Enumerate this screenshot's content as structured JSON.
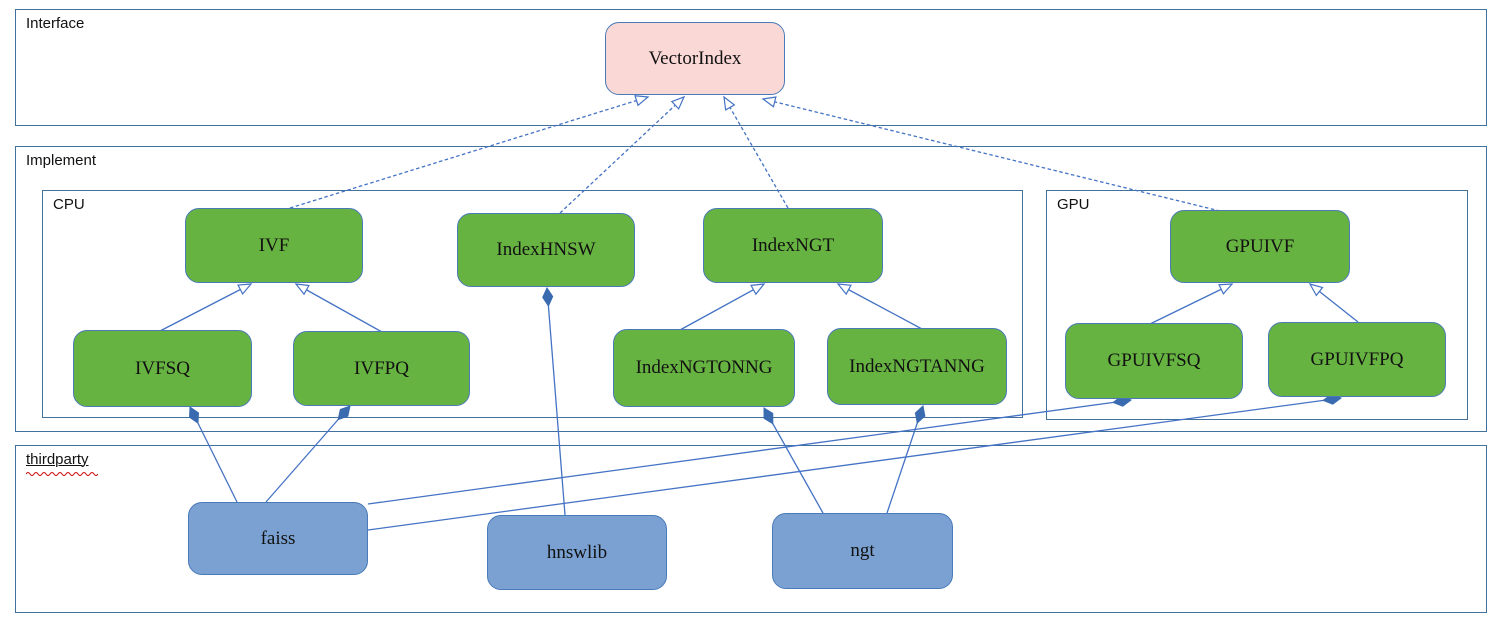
{
  "sections": {
    "interface": {
      "label": "Interface"
    },
    "implement": {
      "label": "Implement"
    },
    "cpu": {
      "label": "CPU"
    },
    "gpu": {
      "label": "GPU"
    },
    "thirdparty": {
      "label": "thirdparty"
    }
  },
  "nodes": {
    "vectorindex": {
      "label": "VectorIndex",
      "kind": "interface"
    },
    "ivf": {
      "label": "IVF",
      "kind": "implementation"
    },
    "indexhnsw": {
      "label": "IndexHNSW",
      "kind": "implementation"
    },
    "indexngt": {
      "label": "IndexNGT",
      "kind": "implementation"
    },
    "gpuivf": {
      "label": "GPUIVF",
      "kind": "implementation"
    },
    "ivfsq": {
      "label": "IVFSQ",
      "kind": "implementation"
    },
    "ivfpq": {
      "label": "IVFPQ",
      "kind": "implementation"
    },
    "indexngtonng": {
      "label": "IndexNGTONNG",
      "kind": "implementation"
    },
    "indexngtanng": {
      "label": "IndexNGTANNG",
      "kind": "implementation"
    },
    "gpuivfsq": {
      "label": "GPUIVFSQ",
      "kind": "implementation"
    },
    "gpuivfpq": {
      "label": "GPUIVFPQ",
      "kind": "implementation"
    },
    "faiss": {
      "label": "faiss",
      "kind": "thirdparty"
    },
    "hnswlib": {
      "label": "hnswlib",
      "kind": "thirdparty"
    },
    "ngt": {
      "label": "ngt",
      "kind": "thirdparty"
    }
  },
  "relationships": [
    {
      "from": "IVF",
      "to": "VectorIndex",
      "type": "realization"
    },
    {
      "from": "IndexHNSW",
      "to": "VectorIndex",
      "type": "realization"
    },
    {
      "from": "IndexNGT",
      "to": "VectorIndex",
      "type": "realization"
    },
    {
      "from": "GPUIVF",
      "to": "VectorIndex",
      "type": "realization"
    },
    {
      "from": "IVFSQ",
      "to": "IVF",
      "type": "generalization"
    },
    {
      "from": "IVFPQ",
      "to": "IVF",
      "type": "generalization"
    },
    {
      "from": "IndexNGTONNG",
      "to": "IndexNGT",
      "type": "generalization"
    },
    {
      "from": "IndexNGTANNG",
      "to": "IndexNGT",
      "type": "generalization"
    },
    {
      "from": "GPUIVFSQ",
      "to": "GPUIVF",
      "type": "generalization"
    },
    {
      "from": "GPUIVFPQ",
      "to": "GPUIVF",
      "type": "generalization"
    },
    {
      "from": "faiss",
      "to": "IVFSQ",
      "type": "composition"
    },
    {
      "from": "faiss",
      "to": "IVFPQ",
      "type": "composition"
    },
    {
      "from": "faiss",
      "to": "GPUIVFSQ",
      "type": "composition"
    },
    {
      "from": "faiss",
      "to": "GPUIVFPQ",
      "type": "composition"
    },
    {
      "from": "hnswlib",
      "to": "IndexHNSW",
      "type": "composition"
    },
    {
      "from": "ngt",
      "to": "IndexNGTONNG",
      "type": "composition"
    },
    {
      "from": "ngt",
      "to": "IndexNGTANNG",
      "type": "composition"
    }
  ],
  "colors": {
    "interface_fill": "#f9d8d5",
    "node_green_fill": "#67b342",
    "node_blue_fill": "#7aa1d2",
    "node_border": "#4a7ab8",
    "section_border": "#41719c",
    "connector": "#4472c4",
    "connector_dark": "#3a6bb0",
    "squiggle_red": "#cc1111",
    "text": "#111111"
  }
}
